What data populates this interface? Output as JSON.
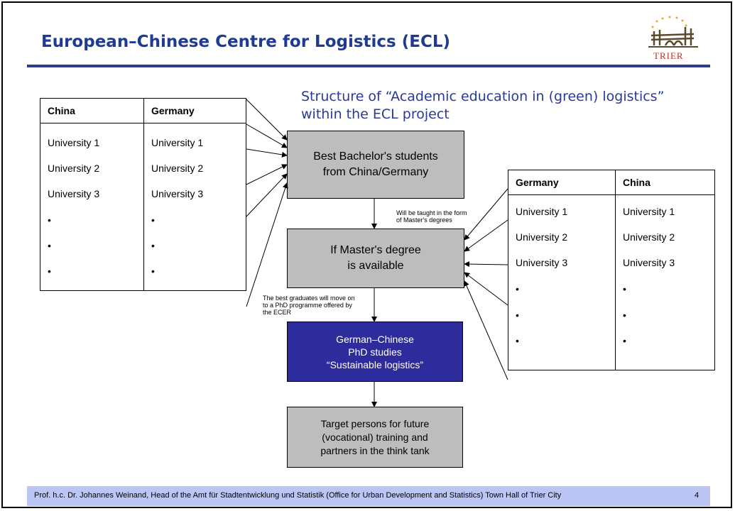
{
  "title": "European–Chinese Centre for Logistics (ECL)",
  "logo_text": "TRIER",
  "subtitle_line1": "Structure of “Academic education in (green) logistics”",
  "subtitle_line2": "within the ECL project",
  "left_table": {
    "headers": [
      "China",
      "Germany"
    ],
    "col1": [
      "University 1",
      "University 2",
      "University 3",
      "•",
      "•",
      "•"
    ],
    "col2": [
      "University 1",
      "University 2",
      "University 3",
      "•",
      "•",
      "•"
    ]
  },
  "right_table": {
    "headers": [
      "Germany",
      "China"
    ],
    "col1": [
      "University 1",
      "University 2",
      "University 3",
      "•",
      "•",
      "•"
    ],
    "col2": [
      "University 1",
      "University 2",
      "University 3",
      "•",
      "•",
      "•"
    ]
  },
  "boxes": {
    "bachelor": "Best Bachelor's students\nfrom China/Germany",
    "master": "If Master's degree\nis available",
    "phd": "German–Chinese\nPhD studies\n“Sustainable logistics”",
    "target": "Target persons for future\n(vocational) training and\npartners in the think tank"
  },
  "notes": {
    "masters": "Will be taught in the form\nof Master's degrees",
    "phd": "The best graduates will move on\nto a PhD programme offered by\nthe ECER"
  },
  "footer": {
    "text": "Prof. h.c. Dr. Johannes Weinand, Head of the Amt für Stadtentwicklung und Statistik (Office for Urban Development and Statistics) Town Hall of Trier City",
    "page": "4"
  },
  "colors": {
    "title": "#1f3a93",
    "grey_box": "#bdbdbd",
    "phd_box": "#2e2c9c",
    "footer_bar": "#bcc6f5"
  }
}
